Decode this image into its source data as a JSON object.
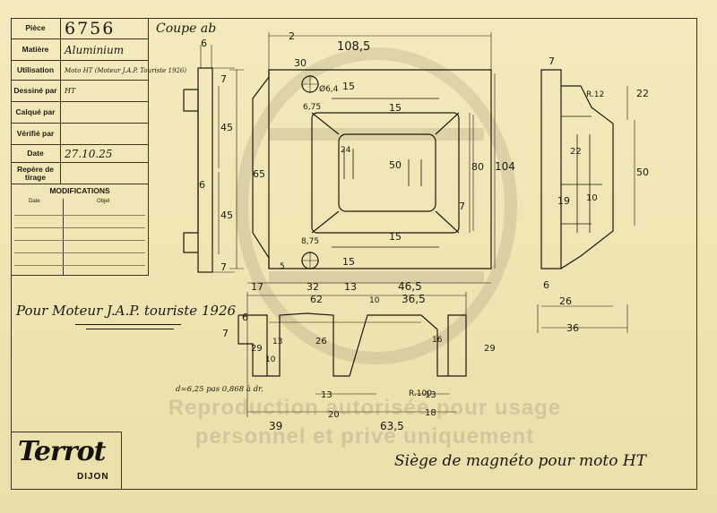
{
  "titleblock": {
    "rows": [
      {
        "label": "Pièce",
        "value": "6756"
      },
      {
        "label": "Matière",
        "value": "Aluminium"
      },
      {
        "label": "Utilisation",
        "value": "Moto HT (Moteur J.A.P. Touriste 1926)"
      },
      {
        "label": "Dessiné par",
        "value": "HT"
      },
      {
        "label": "Calqué par",
        "value": ""
      },
      {
        "label": "Vérifié par",
        "value": ""
      },
      {
        "label": "Date",
        "value": "27.10.25"
      },
      {
        "label": "Repère de tirage",
        "value": ""
      }
    ],
    "modifications": {
      "title": "MODIFICATIONS",
      "col_date": "Date",
      "col_objet": "Objet"
    }
  },
  "annotations": {
    "cut": "Coupe ab",
    "engine_note": "Pour Moteur J.A.P. touriste 1926",
    "thread_note": "d=6,25 pas 0,868 à dr.",
    "drawing_title": "Siège de magnéto pour moto HT"
  },
  "logo": {
    "brand": "Terrot",
    "city": "DIJON"
  },
  "watermark": {
    "line1": "Reproduction autorisée pour usage",
    "line2": "personnel et privé uniquement"
  },
  "dimensions": {
    "top_a": "6",
    "top_b": "2",
    "top_c": "108,5",
    "v30": "30",
    "v15a": "15",
    "v15b": "15",
    "v7": "7",
    "v45a": "45",
    "v45b": "45",
    "v65": "65",
    "v6": "6",
    "v675": "6,75",
    "v80": "80",
    "v104": "104",
    "v50": "50",
    "v24": "24",
    "v15c": "15",
    "v15d": "15",
    "v7b": "7",
    "v875": "8,75",
    "r64": "Ø6,4",
    "h5": "5",
    "h7": "7",
    "b17": "17",
    "b32": "32",
    "b13": "13",
    "b465": "46,5",
    "b62": "62",
    "b10": "10",
    "b365": "36,5",
    "f6": "6",
    "f7": "7",
    "f29": "29",
    "f10": "10",
    "f13": "13",
    "f26": "26",
    "f16": "16",
    "f39": "39",
    "f20": "20",
    "f635": "63,5",
    "f18": "18",
    "f13b": "13",
    "r100": "R.100",
    "s7": "7",
    "s22": "22",
    "s50": "50",
    "s6": "6",
    "s19": "19",
    "s10": "10",
    "s26": "26",
    "s36": "36",
    "s12": "R.12"
  }
}
